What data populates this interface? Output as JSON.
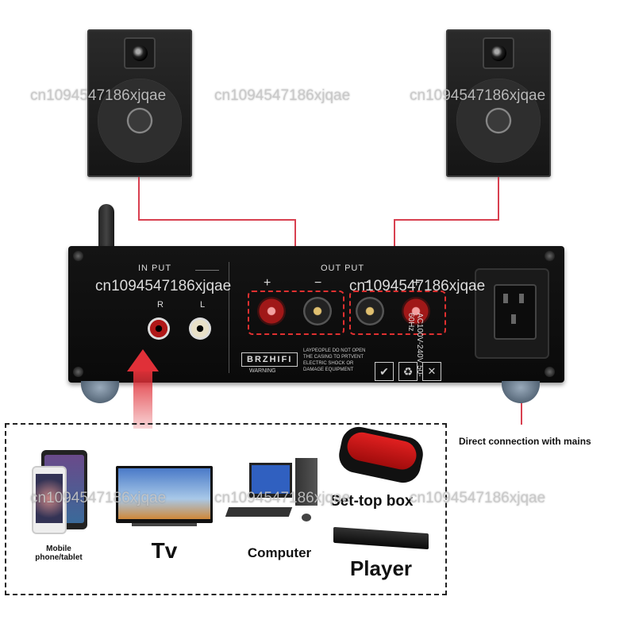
{
  "watermark": "cn1094547186xjqae",
  "amp": {
    "input_label": "IN PUT",
    "output_label": "OUT PUT",
    "channel_r": "R",
    "channel_l": "L",
    "plus": "+",
    "minus": "−",
    "power_spec": "AC100V-240V 50-60Hz",
    "brand": "BRZHIFI",
    "warning_text": "LAYPEOPLE DO NOT OPEN THE CASING TO PRTVENT ELECTRIC SHOCK OR DAMAGE EQUIPMENT",
    "warning_label": "WARNING"
  },
  "annotations": {
    "mains": "Direct connection with mains"
  },
  "sources": {
    "mobile": "Mobile phone/tablet",
    "tv": "Tv",
    "computer": "Computer",
    "settop": "Set-top box",
    "player": "Player"
  },
  "colors": {
    "accent_red": "#d84050",
    "amp_body": "#111111"
  }
}
